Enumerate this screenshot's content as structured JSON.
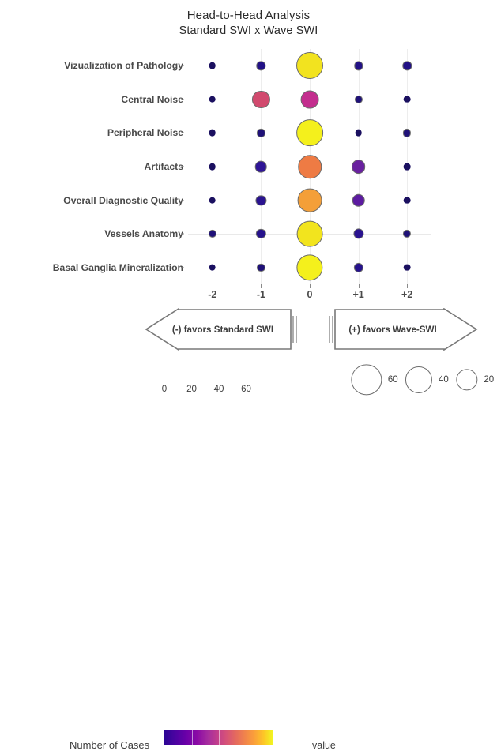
{
  "chart_data": {
    "type": "scatter",
    "title": "Head-to-Head Analysis",
    "subtitle": "Standard SWI x Wave SWI",
    "xlabel": "",
    "ylabel": "",
    "grid": true,
    "x_ticks": [
      "-2",
      "-1",
      "0",
      "+1",
      "+2"
    ],
    "x_values": [
      -2,
      -1,
      0,
      1,
      2
    ],
    "xlim": [
      -2.5,
      2.5
    ],
    "categories": [
      "Vizualization of Pathology",
      "Central Noise",
      "Peripheral Noise",
      "Artifacts",
      "Overall Diagnostic Quality",
      "Vessels Anatomy",
      "Basal Ganglia Mineralization"
    ],
    "size_encodes": "Number of Cases",
    "color_encodes": "Number of Cases",
    "points": [
      {
        "row": "Vizualization of Pathology",
        "x": -2,
        "value": 1,
        "color": "#1b1060"
      },
      {
        "row": "Vizualization of Pathology",
        "x": -1,
        "value": 3,
        "color": "#221186"
      },
      {
        "row": "Vizualization of Pathology",
        "x": 0,
        "value": 63,
        "color": "#f2e31f"
      },
      {
        "row": "Vizualization of Pathology",
        "x": 1,
        "value": 3,
        "color": "#221186"
      },
      {
        "row": "Vizualization of Pathology",
        "x": 2,
        "value": 3,
        "color": "#221186"
      },
      {
        "row": "Central Noise",
        "x": -2,
        "value": 1,
        "color": "#1b1060"
      },
      {
        "row": "Central Noise",
        "x": -1,
        "value": 22,
        "color": "#d14a6e"
      },
      {
        "row": "Central Noise",
        "x": 0,
        "value": 24,
        "color": "#c32e8e"
      },
      {
        "row": "Central Noise",
        "x": 1,
        "value": 2,
        "color": "#1f1178"
      },
      {
        "row": "Central Noise",
        "x": 2,
        "value": 1,
        "color": "#1b1060"
      },
      {
        "row": "Peripheral Noise",
        "x": -2,
        "value": 1,
        "color": "#1b1060"
      },
      {
        "row": "Peripheral Noise",
        "x": -1,
        "value": 2,
        "color": "#1f1178"
      },
      {
        "row": "Peripheral Noise",
        "x": 0,
        "value": 62,
        "color": "#f4f01c"
      },
      {
        "row": "Peripheral Noise",
        "x": 1,
        "value": 1,
        "color": "#1b1060"
      },
      {
        "row": "Peripheral Noise",
        "x": 2,
        "value": 2,
        "color": "#1f1178"
      },
      {
        "row": "Artifacts",
        "x": -2,
        "value": 1,
        "color": "#1b1060"
      },
      {
        "row": "Artifacts",
        "x": -1,
        "value": 7,
        "color": "#2f1596"
      },
      {
        "row": "Artifacts",
        "x": 0,
        "value": 45,
        "color": "#ee7b44"
      },
      {
        "row": "Artifacts",
        "x": 1,
        "value": 12,
        "color": "#69219f"
      },
      {
        "row": "Artifacts",
        "x": 2,
        "value": 1,
        "color": "#1b1060"
      },
      {
        "row": "Overall Diagnostic Quality",
        "x": -2,
        "value": 1,
        "color": "#1b1060"
      },
      {
        "row": "Overall Diagnostic Quality",
        "x": -1,
        "value": 5,
        "color": "#2a1390"
      },
      {
        "row": "Overall Diagnostic Quality",
        "x": 0,
        "value": 50,
        "color": "#f49f38"
      },
      {
        "row": "Overall Diagnostic Quality",
        "x": 1,
        "value": 10,
        "color": "#5c1ba0"
      },
      {
        "row": "Overall Diagnostic Quality",
        "x": 2,
        "value": 1,
        "color": "#1b1060"
      },
      {
        "row": "Vessels Anatomy",
        "x": -2,
        "value": 2,
        "color": "#1f1178"
      },
      {
        "row": "Vessels Anatomy",
        "x": -1,
        "value": 4,
        "color": "#26128c"
      },
      {
        "row": "Vessels Anatomy",
        "x": 0,
        "value": 58,
        "color": "#f2e41e"
      },
      {
        "row": "Vessels Anatomy",
        "x": 1,
        "value": 5,
        "color": "#2a1390"
      },
      {
        "row": "Vessels Anatomy",
        "x": 2,
        "value": 2,
        "color": "#1f1178"
      },
      {
        "row": "Basal Ganglia Mineralization",
        "x": -2,
        "value": 1,
        "color": "#1b1060"
      },
      {
        "row": "Basal Ganglia Mineralization",
        "x": -1,
        "value": 2,
        "color": "#1f1178"
      },
      {
        "row": "Basal Ganglia Mineralization",
        "x": 0,
        "value": 60,
        "color": "#f4f01c"
      },
      {
        "row": "Basal Ganglia Mineralization",
        "x": 1,
        "value": 4,
        "color": "#26128c"
      },
      {
        "row": "Basal Ganglia Mineralization",
        "x": 2,
        "value": 1,
        "color": "#1b1060"
      }
    ]
  },
  "annotations": {
    "left_arrow_text": "(-) favors Standard SWI",
    "right_arrow_text": "(+) favors Wave-SWI"
  },
  "legends": {
    "colorbar": {
      "label": "Number of Cases",
      "ticks": [
        "0",
        "20",
        "40",
        "60"
      ],
      "tick_values": [
        0,
        20,
        40,
        60
      ],
      "min": 0,
      "max": 80,
      "colormap": "plasma"
    },
    "size": {
      "label": "value",
      "entries": [
        {
          "label": "60",
          "value": 60
        },
        {
          "label": "40",
          "value": 40
        },
        {
          "label": "20",
          "value": 20
        }
      ]
    }
  }
}
